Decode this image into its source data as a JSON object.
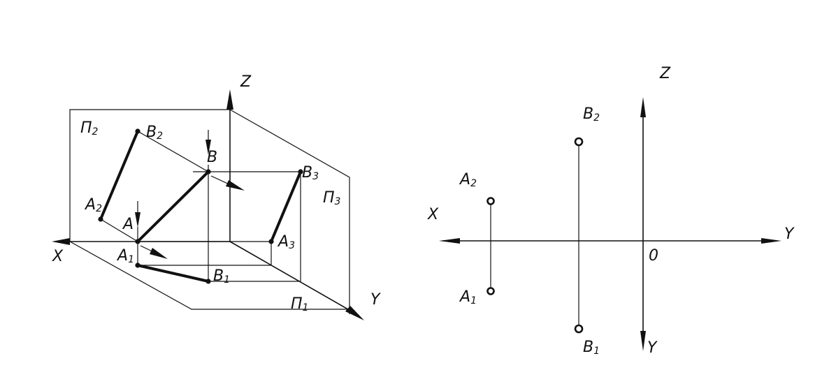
{
  "left_diagram": {
    "labels": {
      "z": "Z",
      "x": "X",
      "y": "Y",
      "plane_p2": {
        "main": "П",
        "sub": "2"
      },
      "plane_p3": {
        "main": "П",
        "sub": "3"
      },
      "plane_p1": {
        "main": "П",
        "sub": "1"
      },
      "point_a": "A",
      "point_b": "B",
      "point_a1": {
        "main": "A",
        "sub": "1"
      },
      "point_a2": {
        "main": "A",
        "sub": "2"
      },
      "point_a3": {
        "main": "A",
        "sub": "3"
      },
      "point_b1": {
        "main": "B",
        "sub": "1"
      },
      "point_b2": {
        "main": "B",
        "sub": "2"
      },
      "point_b3": {
        "main": "B",
        "sub": "3"
      }
    }
  },
  "right_diagram": {
    "labels": {
      "z": "Z",
      "x": "X",
      "y_right": "Y",
      "y_bottom": "Y",
      "origin": "0",
      "point_a1": {
        "main": "A",
        "sub": "1"
      },
      "point_a2": {
        "main": "A",
        "sub": "2"
      },
      "point_b1": {
        "main": "B",
        "sub": "1"
      },
      "point_b2": {
        "main": "B",
        "sub": "2"
      }
    }
  }
}
